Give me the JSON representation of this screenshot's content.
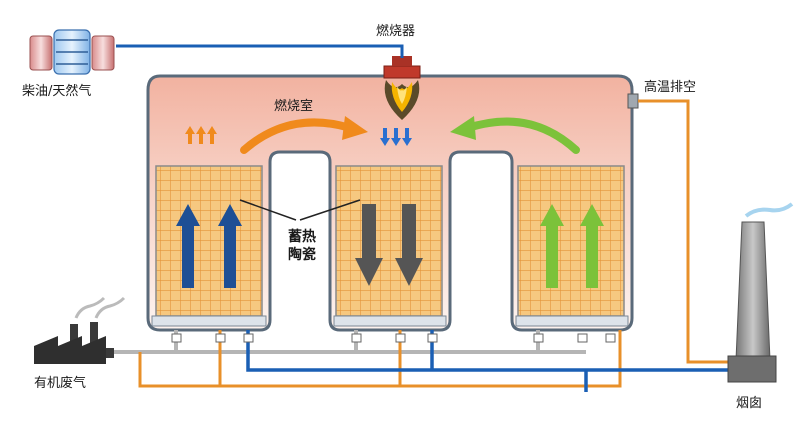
{
  "labels": {
    "fuel": "柴油/天然气",
    "burner": "燃烧器",
    "chamber": "燃烧室",
    "exhaust_high": "高温排空",
    "media_line1": "蓄热",
    "media_line2": "陶瓷",
    "waste_gas": "有机废气",
    "chimney": "烟囱"
  },
  "colors": {
    "blue_pipe": "#1a5fb4",
    "orange_pipe": "#e8902a",
    "gray_pipe": "#b5b5b5",
    "dark_blue_arrow": "#1e4f95",
    "dark_gray_arrow": "#555555",
    "green_arrow": "#7cc23a",
    "orange_arrow": "#f08a1c",
    "chamber_top": "#f4b8a6",
    "chamber_bottom": "#fdf2ee",
    "grid_fill": "#f5c77a",
    "grid_line": "#e0912e"
  },
  "icons": {
    "fuel_tanks": "fuel-tanks-icon",
    "burner_flame": "burner-flame-icon",
    "factory": "factory-icon",
    "chimney": "chimney-icon"
  }
}
